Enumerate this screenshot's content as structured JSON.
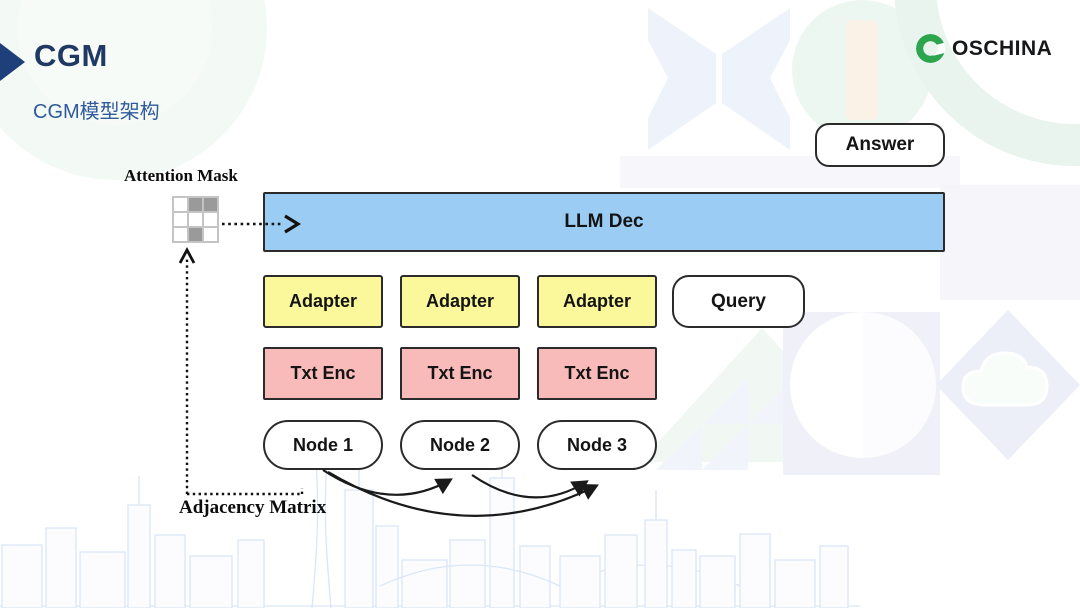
{
  "header": {
    "title": "CGM",
    "subtitle": "CGM模型架构",
    "logo_text": "OSCHINA"
  },
  "diagram": {
    "answer_label": "Answer",
    "llm_dec_label": "LLM Dec",
    "adapter_labels": [
      "Adapter",
      "Adapter",
      "Adapter"
    ],
    "query_label": "Query",
    "txt_enc_labels": [
      "Txt Enc",
      "Txt Enc",
      "Txt Enc"
    ],
    "node_labels": [
      "Node 1",
      "Node 2",
      "Node 3"
    ],
    "attention_mask_label": "Attention Mask",
    "adjacency_matrix_label": "Adjacency Matrix",
    "mask_grid": [
      [
        0,
        1,
        1
      ],
      [
        0,
        0,
        0
      ],
      [
        0,
        1,
        0
      ]
    ]
  },
  "colors": {
    "llm_dec_fill": "#9BCDF4",
    "adapter_fill": "#FAF89B",
    "txt_enc_fill": "#F9BABA",
    "mask_cell_gray": "#9A9A9A",
    "title_navy": "#1F3864",
    "subtitle_blue": "#2F5B9D",
    "logo_green": "#2DA44E",
    "border_dark": "#2B2B2B"
  }
}
